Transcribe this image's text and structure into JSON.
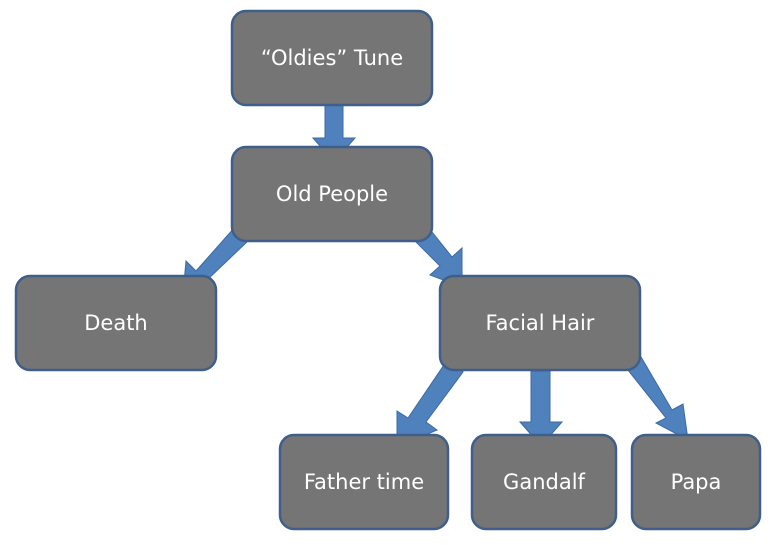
{
  "diagram": {
    "nodes": [
      {
        "id": "oldies",
        "label": "“Oldies” Tune"
      },
      {
        "id": "old-people",
        "label": "Old People"
      },
      {
        "id": "death",
        "label": "Death"
      },
      {
        "id": "facial-hair",
        "label": "Facial Hair"
      },
      {
        "id": "father-time",
        "label": "Father time"
      },
      {
        "id": "gandalf",
        "label": "Gandalf"
      },
      {
        "id": "papa",
        "label": "Papa"
      }
    ],
    "edges": [
      {
        "from": "oldies",
        "to": "old-people"
      },
      {
        "from": "old-people",
        "to": "death"
      },
      {
        "from": "old-people",
        "to": "facial-hair"
      },
      {
        "from": "facial-hair",
        "to": "father-time"
      },
      {
        "from": "facial-hair",
        "to": "gandalf"
      },
      {
        "from": "facial-hair",
        "to": "papa"
      }
    ],
    "colors": {
      "box_fill": "#757575",
      "box_border": "#3f5f8a",
      "arrow": "#4f81bd",
      "text": "#ffffff"
    }
  }
}
